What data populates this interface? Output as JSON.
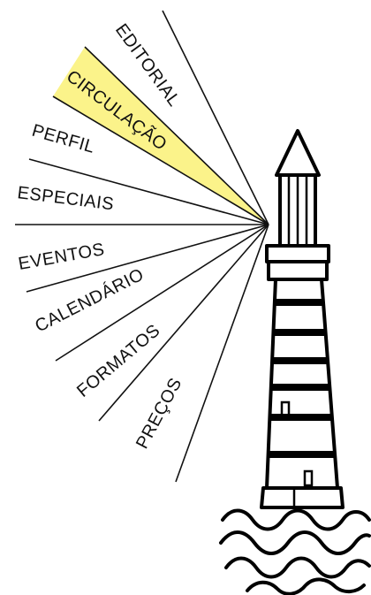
{
  "nav": {
    "items": [
      {
        "id": "editorial",
        "label": "EDITORIAL",
        "highlighted": false
      },
      {
        "id": "circulacao",
        "label": "CIRCULAÇÃO",
        "highlighted": true
      },
      {
        "id": "perfil",
        "label": "PERFIL",
        "highlighted": false
      },
      {
        "id": "especiais",
        "label": "ESPECIAIS",
        "highlighted": false
      },
      {
        "id": "eventos",
        "label": "EVENTOS",
        "highlighted": false
      },
      {
        "id": "calendario",
        "label": "CALENDÁRIO",
        "highlighted": false
      },
      {
        "id": "formatos",
        "label": "FORMATOS",
        "highlighted": false
      },
      {
        "id": "precos",
        "label": "PREÇOS",
        "highlighted": false
      }
    ]
  },
  "colors": {
    "highlight": "#fbf38a",
    "ink": "#111111",
    "background": "#ffffff"
  },
  "illustration": {
    "icon": "lighthouse-icon"
  }
}
